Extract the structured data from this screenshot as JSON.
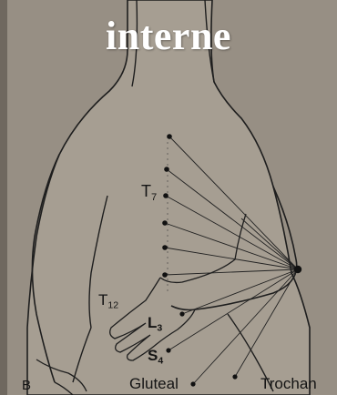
{
  "title": "interne",
  "labels": {
    "t7_main": "T",
    "t7_sub": "7",
    "t12_main": "T",
    "t12_sub": "12",
    "l3_main": "L",
    "l3_sub": "3",
    "s4_main": "S",
    "s4_sub": "4",
    "gluteal": "Gluteal",
    "trochan": "Trochan",
    "b_letter": "B"
  },
  "colors": {
    "background": "#9a9287",
    "skin": "#a49c90",
    "outline": "#1e1e1e",
    "title": "#ffffff",
    "point": "#111111"
  }
}
